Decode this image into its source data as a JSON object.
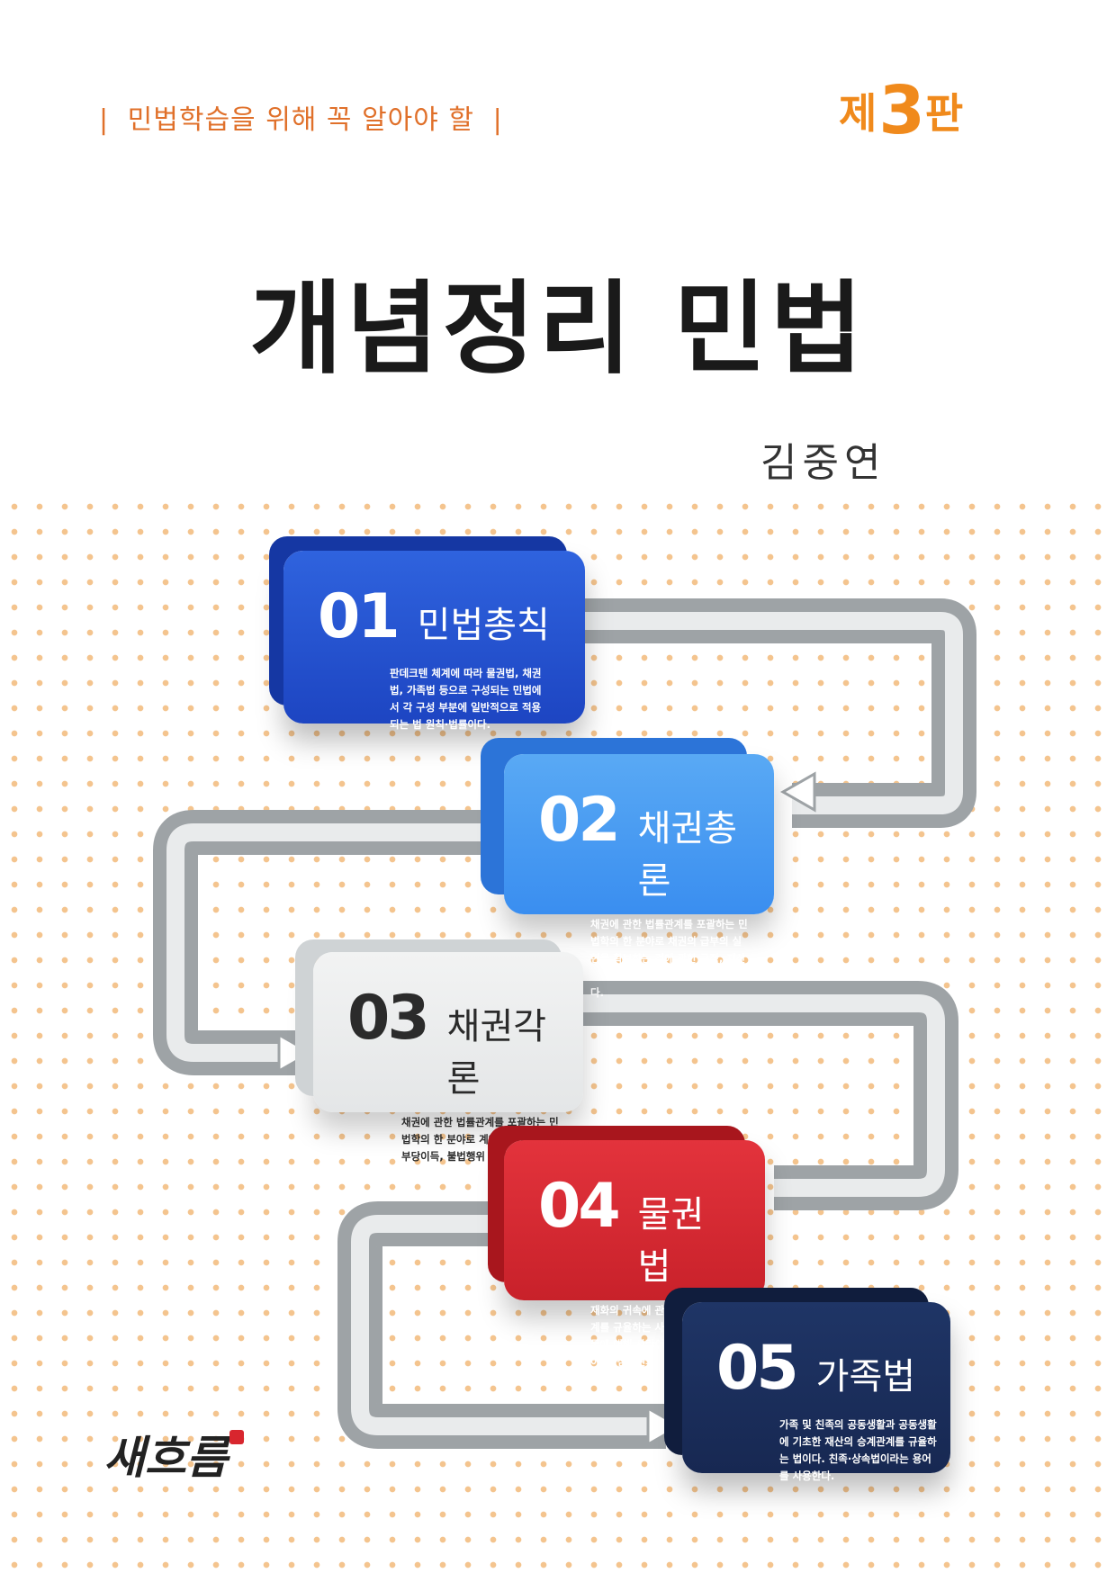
{
  "cover": {
    "tagline": "민법학습을 위해 꼭 알아야 할",
    "tagline_bar": "|",
    "edition_prefix": "제",
    "edition_number": "3",
    "edition_suffix": "판",
    "title": "개념정리 민법",
    "author": "김중연",
    "publisher": "새흐름"
  },
  "sections": [
    {
      "number": "01",
      "name": "민법총칙",
      "desc": "판데크텐 체계에 따라 물권법, 채권법, 가족법 등으로 구성되는 민법에서 각 구성 부분에 일반적으로 적용되는 법 원칙·법률이다."
    },
    {
      "number": "02",
      "name": "채권총론",
      "desc": "채권에 관한 법률관계를 포괄하는 민법학의 한 분야로 채권의 급부의 실현을 확보하는 것에 관한 규정, 재산으로서의 채권에 관한 규정을 다룬다."
    },
    {
      "number": "03",
      "name": "채권각론",
      "desc": "채권에 관한 법률관계를 포괄하는 민법학의 한 분야로 계약과 사무관리, 부당이득, 불법행위 등을 다룬다."
    },
    {
      "number": "04",
      "name": "물권법",
      "desc": "재화의 귀속에 관한 사람의 지배 관계를 규율하는 사법이다. 물권은 사물에 대해 사람이 가지는 지배 권리이며, 점유권과 소유권, 담보물권으로 나뉜다."
    },
    {
      "number": "05",
      "name": "가족법",
      "desc": "가족 및 친족의 공동생활과 공동생활에 기초한 재산의 승계관계를 규율하는 법이다. 친족·상속법이라는 용어를 사용한다."
    }
  ],
  "colors": {
    "accent_orange": "#f08a1c",
    "section_01": "#2f63de",
    "section_02": "#59a9f4",
    "section_03": "#e9ebec",
    "section_04": "#e3333c",
    "section_05": "#1f3566",
    "dots": "#f4c48e"
  }
}
